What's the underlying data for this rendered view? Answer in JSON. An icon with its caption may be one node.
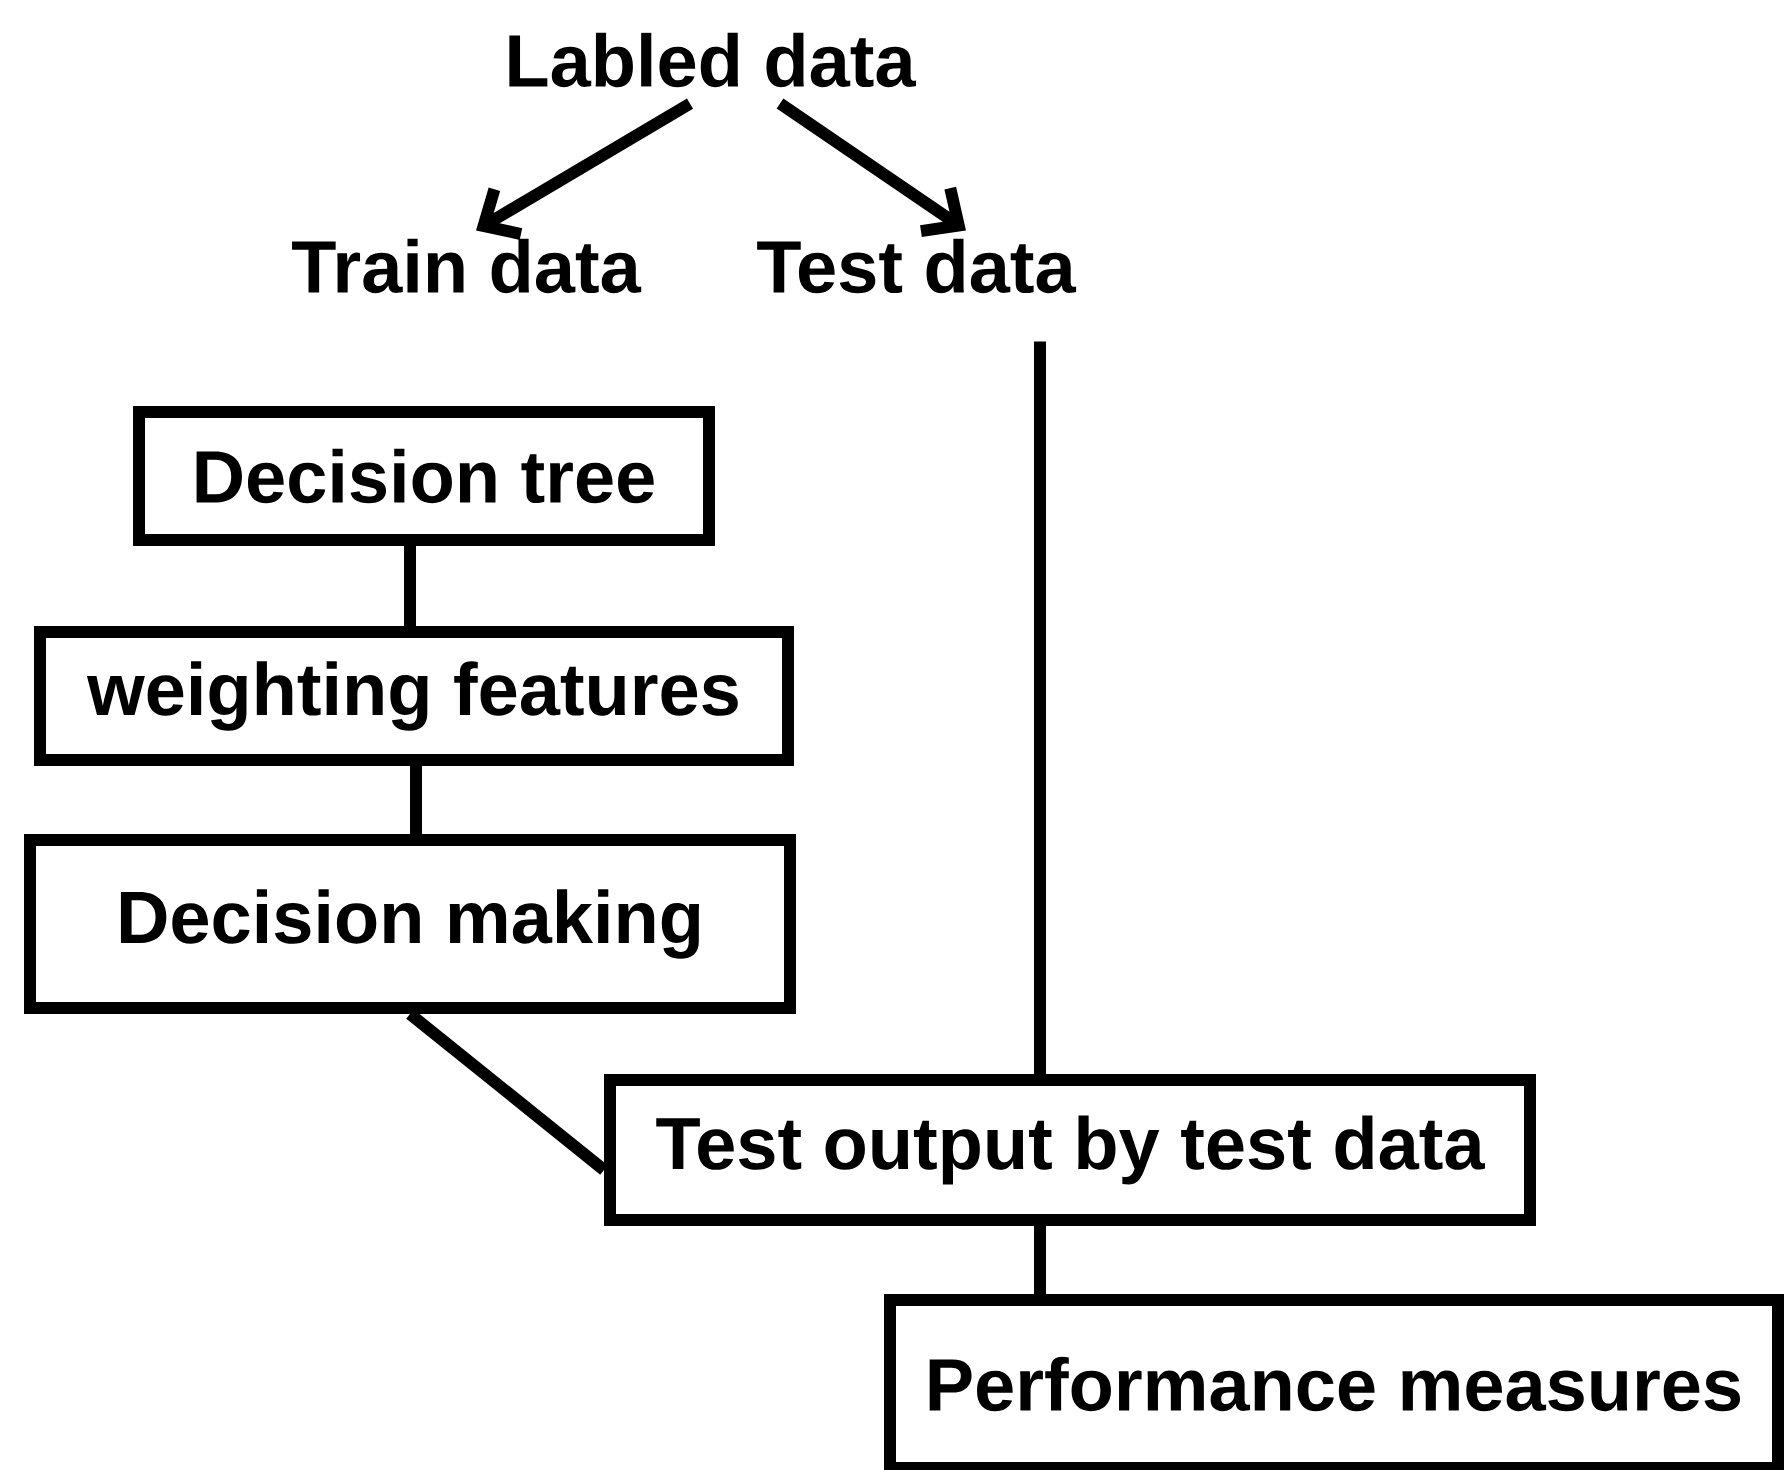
{
  "diagram": {
    "nodes": [
      {
        "text": [
          "Labled  data"
        ]
      },
      {
        "text": [
          "Train data"
        ]
      },
      {
        "text": [
          "Test data"
        ]
      },
      {
        "text": [
          "Decision tree"
        ]
      },
      {
        "text": [
          "weighting features"
        ]
      },
      {
        "text": [
          "Decision making"
        ]
      },
      {
        "text": [
          "Test output by test data"
        ]
      },
      {
        "text": [
          "Performance measures"
        ]
      }
    ],
    "edges": [
      {
        "from": 0,
        "to": 1,
        "arrow": "to"
      },
      {
        "from": 0,
        "to": 2,
        "arrow": "to"
      },
      {
        "from": 2,
        "to": 6,
        "arrow": "none"
      },
      {
        "from": 3,
        "to": 4,
        "arrow": "none"
      },
      {
        "from": 4,
        "to": 5,
        "arrow": "none"
      },
      {
        "from": 5,
        "to": 6,
        "arrow": "none"
      },
      {
        "from": 6,
        "to": 7,
        "arrow": "none"
      }
    ]
  }
}
